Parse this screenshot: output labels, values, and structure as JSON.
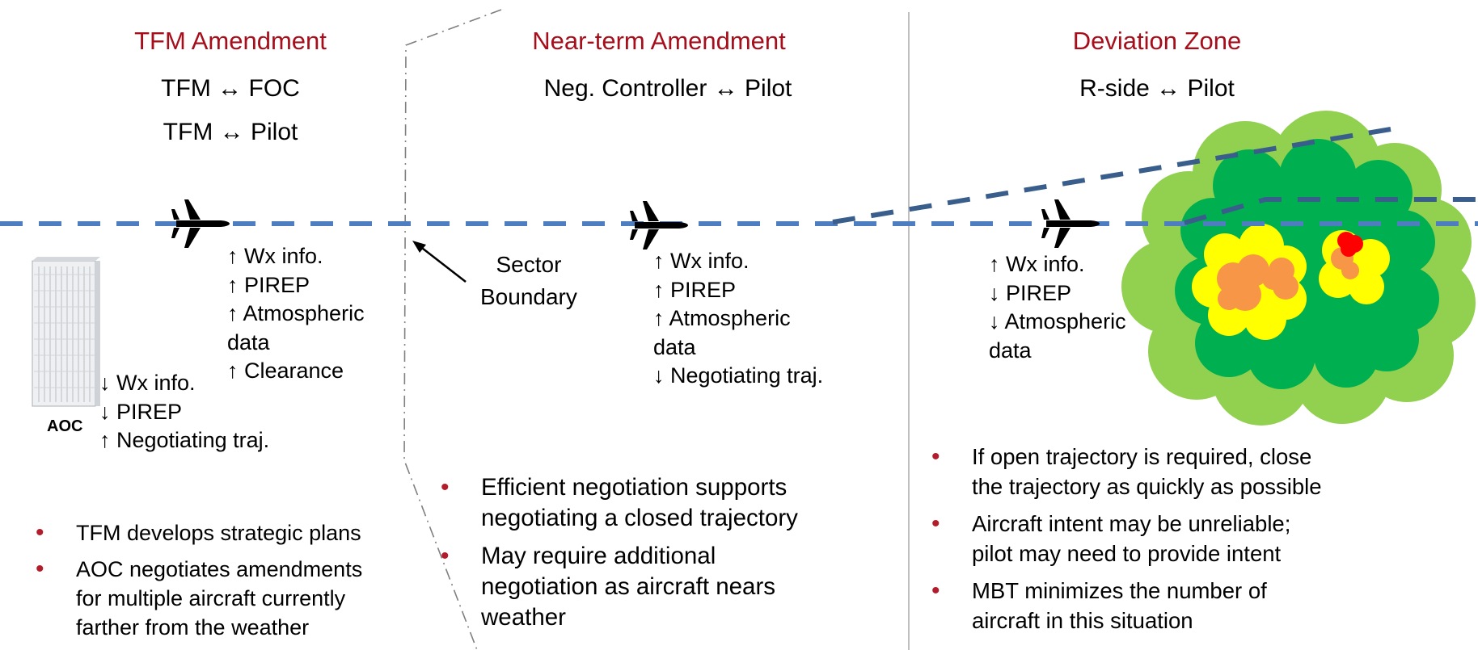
{
  "zones": [
    {
      "title": "TFM Amendment",
      "comms": [
        "TFM ↔ FOC",
        "TFM ↔ Pilot"
      ],
      "aircraft_notes": [
        "↑ Wx info.",
        "↑ PIREP",
        "↑ Atmospheric",
        "data",
        "↑ Clearance"
      ],
      "aoc_notes": [
        "↓ Wx info.",
        "↓ PIREP",
        "↑ Negotiating traj."
      ],
      "aoc_label": "AOC",
      "bullets": [
        [
          "TFM develops strategic plans"
        ],
        [
          "AOC negotiates amendments",
          "for multiple aircraft currently",
          "farther from the weather"
        ]
      ]
    },
    {
      "title": "Near-term Amendment",
      "comms": [
        "Neg. Controller ↔ Pilot"
      ],
      "boundary_label": [
        "Sector",
        "Boundary"
      ],
      "aircraft_notes": [
        "↑ Wx info.",
        "↑ PIREP",
        "↑ Atmospheric",
        "data",
        "↓ Negotiating traj."
      ],
      "bullets": [
        [
          "Efficient negotiation supports",
          "negotiating a closed trajectory"
        ],
        [
          "May require additional",
          "negotiation as aircraft nears",
          "weather"
        ]
      ]
    },
    {
      "title": "Deviation Zone",
      "comms": [
        "R-side ↔ Pilot"
      ],
      "aircraft_notes": [
        "↑ Wx info.",
        "↓ PIREP",
        "↓ Atmospheric",
        "data"
      ],
      "bullets": [
        [
          "If open trajectory is required, close",
          "the trajectory as quickly as possible"
        ],
        [
          "Aircraft intent may be unreliable;",
          "pilot may need to provide intent"
        ],
        [
          "MBT minimizes the number of",
          "aircraft in this situation"
        ]
      ]
    }
  ],
  "colors": {
    "title": "#a50e1a",
    "bullet": "#b31c2b",
    "route": "#4f7ec0",
    "deviation_route": "#3a5e8c",
    "weather_light": "#92d050",
    "weather_green": "#00b050",
    "weather_yellow": "#ffff00",
    "weather_orange": "#f79646",
    "weather_red": "#ff0000"
  },
  "icons": [
    "airplane-icon",
    "aoc-building-icon",
    "weather-cell-icon",
    "arrow-icon"
  ]
}
